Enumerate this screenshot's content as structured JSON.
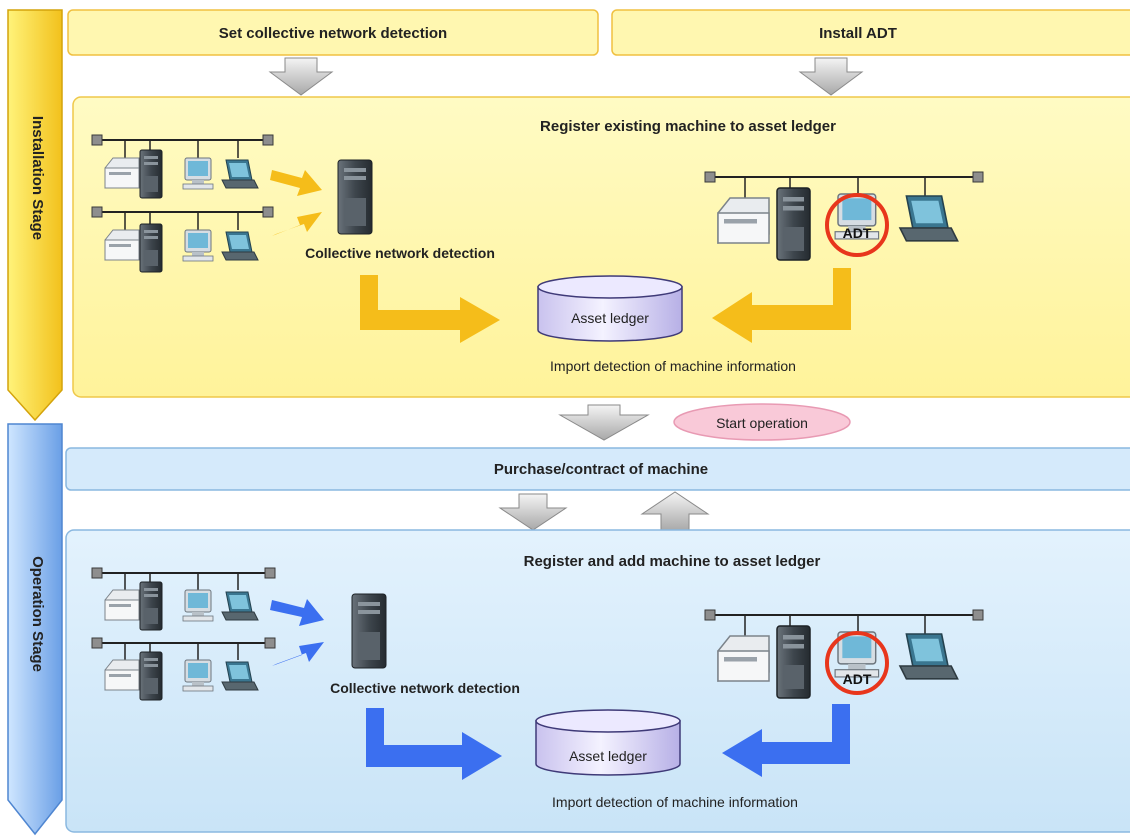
{
  "stages": {
    "installation": "Installation Stage",
    "operation": "Operation Stage"
  },
  "header": {
    "set_detection": "Set collective network detection",
    "install_adt": "Install ADT"
  },
  "install_panel": {
    "title": "Register existing machine to asset ledger",
    "detection_label": "Collective network detection",
    "ledger_label": "Asset ledger",
    "adt_label": "ADT",
    "import_caption": "Import detection of machine information"
  },
  "start_operation": "Start operation",
  "purchase_bar": "Purchase/contract of machine",
  "operation_panel": {
    "title": "Register and add machine to asset ledger",
    "detection_label": "Collective network detection",
    "ledger_label": "Asset ledger",
    "adt_label": "ADT",
    "import_caption": "Import detection of machine information"
  },
  "colors": {
    "install_fill": "#fff5a8",
    "install_stroke": "#f0c040",
    "operation_fill": "#cfe8fa",
    "operation_stroke": "#8ab8e0",
    "install_arrow": "#f5bd1a",
    "operation_arrow": "#3b6ff0",
    "adt_ring": "#e8361c",
    "start_oval": "#f9c9d8"
  }
}
